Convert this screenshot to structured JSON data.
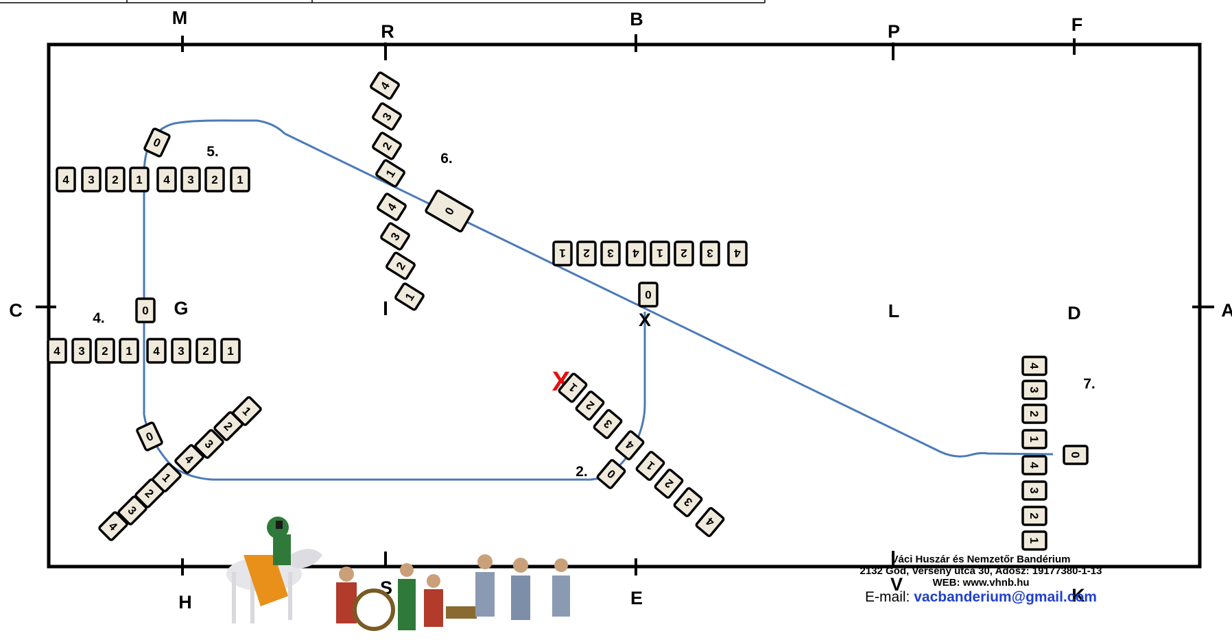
{
  "arena": {
    "top_letters": [
      "M",
      "R",
      "B",
      "P",
      "F"
    ],
    "bottom_letters": [
      "H",
      "S",
      "E",
      "V",
      "K"
    ],
    "side_letters": {
      "left": "C",
      "right": "A"
    },
    "center_letters": [
      "G",
      "X",
      "L",
      "D"
    ]
  },
  "obstacle_numbers": [
    "2.",
    "4.",
    "5.",
    "6.",
    "7."
  ],
  "marker": "X",
  "rail_labels": {
    "row5": [
      "4",
      "3",
      "2",
      "1",
      "4",
      "3",
      "2",
      "1"
    ],
    "row4": [
      "4",
      "3",
      "2",
      "1",
      "4",
      "3",
      "2",
      "1"
    ],
    "row6": [
      "4",
      "3",
      "2",
      "1",
      "4",
      "3",
      "2",
      "1"
    ],
    "row_mid": [
      "1",
      "2",
      "3",
      "4",
      "1",
      "2",
      "3",
      "4"
    ],
    "row2": [
      "1",
      "2",
      "3",
      "4",
      "1",
      "2",
      "3",
      "4"
    ],
    "row7": [
      "4",
      "3",
      "2",
      "1",
      "4",
      "3",
      "2",
      "1"
    ],
    "row3": [
      "4",
      "3",
      "2",
      "1",
      "4",
      "3",
      "2",
      "1"
    ],
    "zero": "0"
  },
  "footer": {
    "line1": "Váci Huszár és Nemzetőr Bandérium",
    "line2": "2132 Göd, Verseny utca 30, Adósz: 19177380-1-13",
    "line3": "WEB: www.vhnb.hu",
    "email_label": "E-mail: ",
    "email": "vacbanderium@gmail.com"
  },
  "colors": {
    "path": "#4a7ab8",
    "marker": "#e61010",
    "card_fill": "#efeadb",
    "line": "#000000"
  }
}
